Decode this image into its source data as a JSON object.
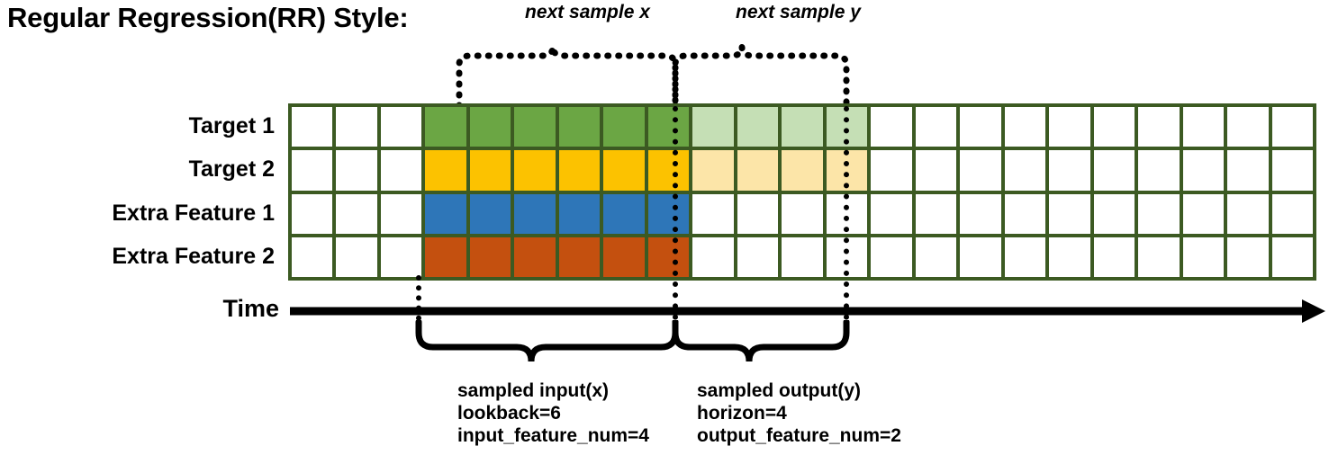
{
  "title": "Regular Regression(RR) Style:",
  "annotations": {
    "next_sample_x": "next sample x",
    "next_sample_y": "next sample y"
  },
  "time_axis": {
    "label": "Time"
  },
  "grid": {
    "columns": 23,
    "rows": [
      {
        "label": "Target 1",
        "color": "#6BA644",
        "faded_color": "#C5DFB5",
        "input_cells": 6,
        "output_cells": 4,
        "lead_blank": 3
      },
      {
        "label": "Target 2",
        "color": "#FCC200",
        "faded_color": "#FCE5A8",
        "input_cells": 6,
        "output_cells": 4,
        "lead_blank": 3
      },
      {
        "label": "Extra Feature 1",
        "color": "#2E76B8",
        "faded_color": "#FFFFFF",
        "input_cells": 6,
        "output_cells": 0,
        "lead_blank": 3
      },
      {
        "label": "Extra Feature 2",
        "color": "#C4500F",
        "faded_color": "#FFFFFF",
        "input_cells": 6,
        "output_cells": 0,
        "lead_blank": 3
      }
    ],
    "border_color": "#3C5A22",
    "empty_color": "#FFFFFF"
  },
  "captions": {
    "input": "sampled input(x)\nlookback=6\ninput_feature_num=4",
    "output": "sampled output(y)\nhorizon=4\noutput_feature_num=2"
  }
}
